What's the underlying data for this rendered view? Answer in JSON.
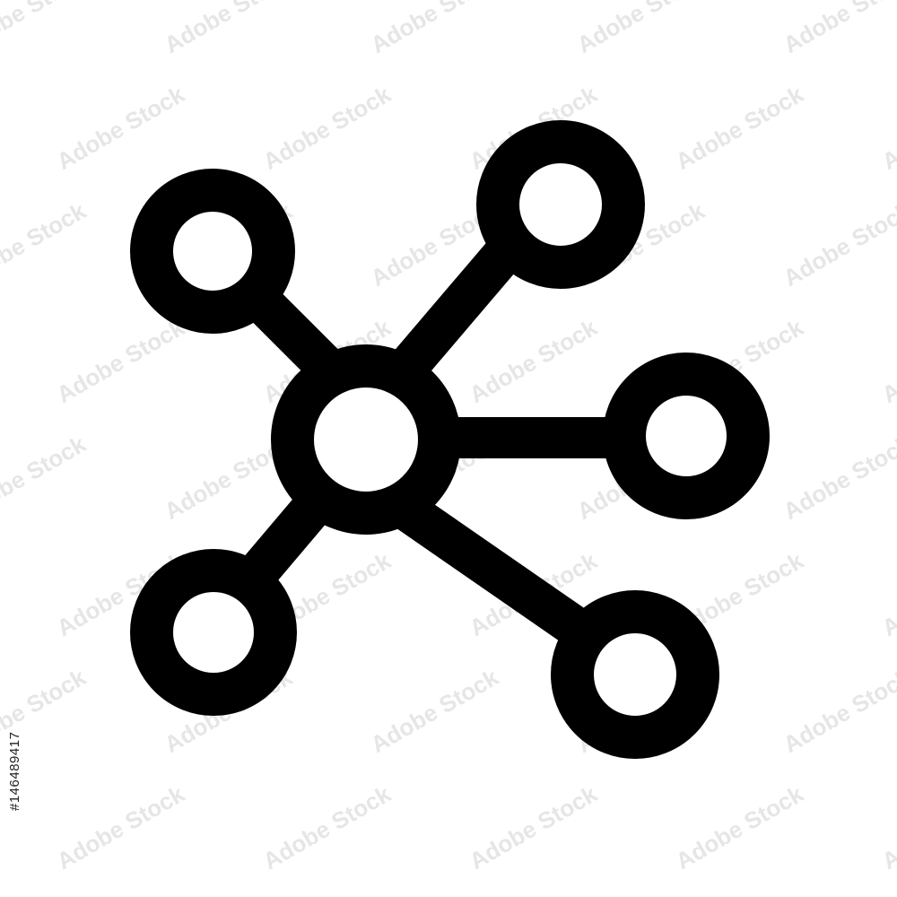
{
  "icon": {
    "name": "network-hub-icon",
    "stroke_color": "#000000",
    "fill_color": "#ffffff",
    "background_color": "#ffffff",
    "nodes": [
      "center-node",
      "top-left-node",
      "top-right-node",
      "right-node",
      "bottom-left-node",
      "bottom-right-node"
    ]
  },
  "watermark": {
    "text": "Adobe Stock",
    "color": "#e6e6e6"
  },
  "stock_id": "#146489417"
}
